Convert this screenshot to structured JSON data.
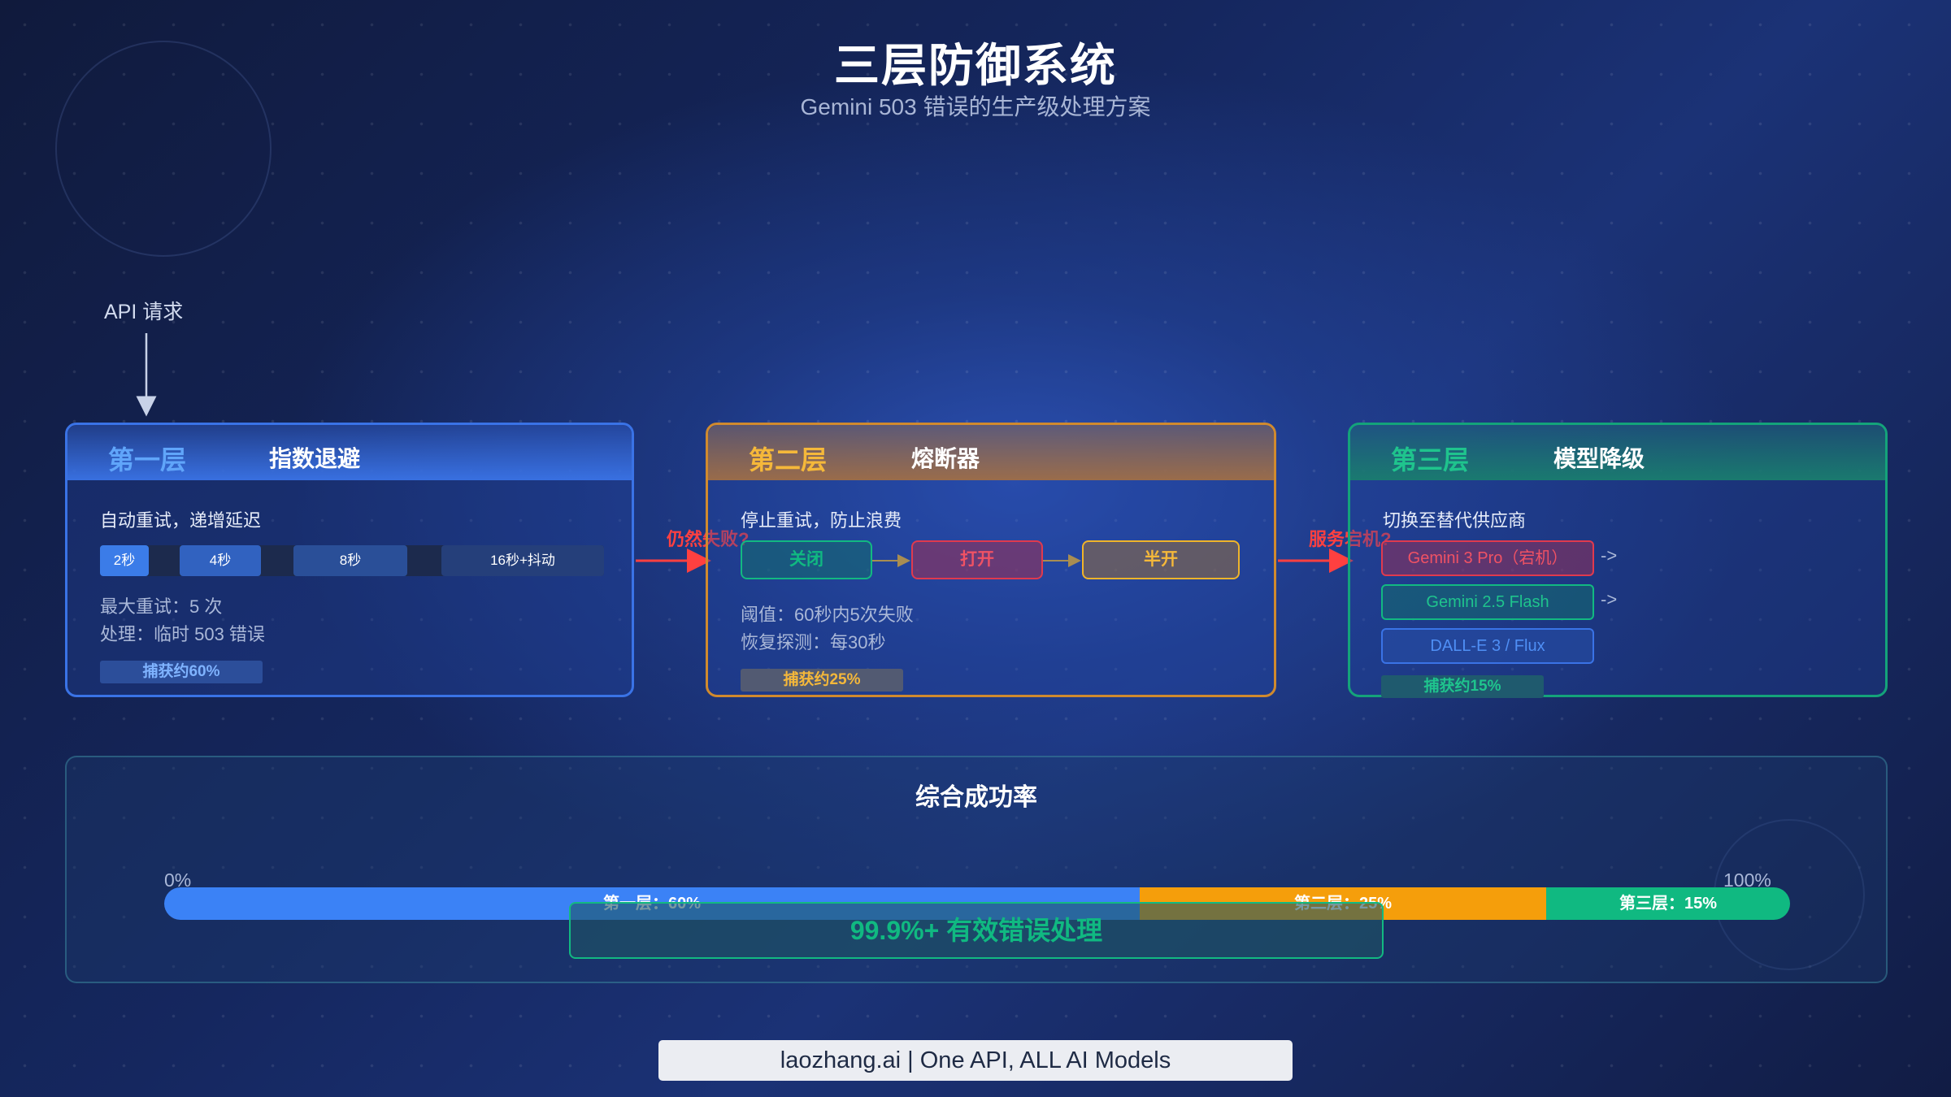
{
  "header": {
    "title": "三层防御系统",
    "subtitle": "Gemini 503 错误的生产级处理方案"
  },
  "entry": {
    "label": "API 请求"
  },
  "layer1": {
    "name": "第一层",
    "title": "指数退避",
    "desc": "自动重试，递增延迟",
    "delays": [
      "2秒",
      "4秒",
      "8秒",
      "16秒+抖动"
    ],
    "info1": "最大重试：5 次",
    "info2": "处理：临时 503 错误",
    "capture": "捕获约60%"
  },
  "layer2": {
    "name": "第二层",
    "title": "熔断器",
    "desc": "停止重试，防止浪费",
    "states": [
      "关闭",
      "打开",
      "半开"
    ],
    "info1": "阈值：60秒内5次失败",
    "info2": "恢复探测：每30秒",
    "capture": "捕获约25%"
  },
  "layer3": {
    "name": "第三层",
    "title": "模型降级",
    "desc": "切换至替代供应商",
    "providers": [
      "Gemini 3 Pro（宕机）",
      "Gemini 2.5 Flash",
      "DALL-E 3 / Flux"
    ],
    "arrow": "->",
    "capture": "捕获约15%"
  },
  "transitions": {
    "to_layer2": "仍然失败?",
    "to_layer3": "服务宕机?"
  },
  "summary": {
    "title": "综合成功率",
    "bars": [
      {
        "label": "第一层：60%",
        "value": 60,
        "color": "#3b82f6"
      },
      {
        "label": "第二层：25%",
        "value": 25,
        "color": "#f59e0b"
      },
      {
        "label": "第三层：15%",
        "value": 15,
        "color": "#10b981"
      }
    ],
    "min_label": "0%",
    "max_label": "100%",
    "result": "99.9%+ 有效错误处理"
  },
  "footer": {
    "text": "laozhang.ai | One API, ALL AI Models"
  },
  "colors": {
    "layer1": "#3a73e6",
    "layer2": "#f0b429",
    "layer3": "#12b981",
    "fail": "#ff4040"
  }
}
